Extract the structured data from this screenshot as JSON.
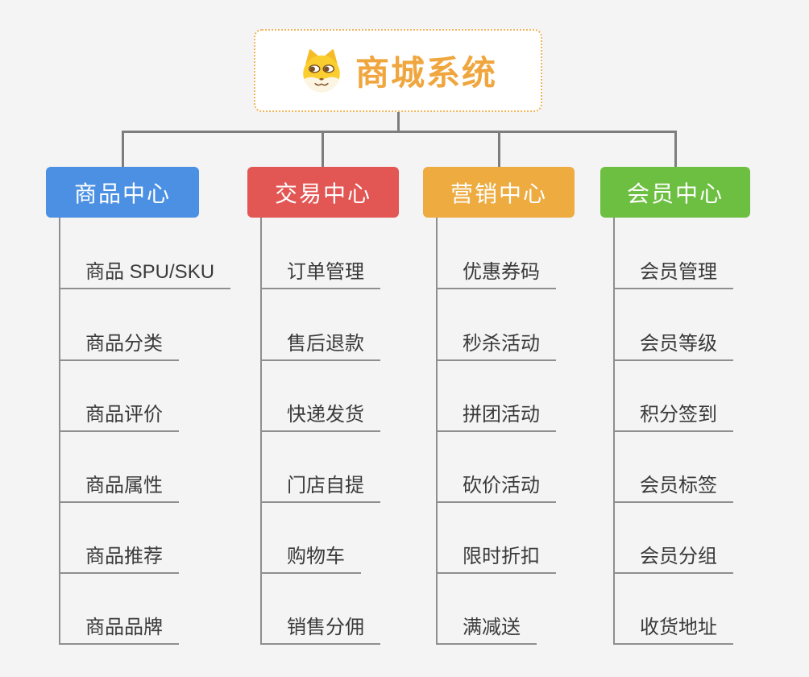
{
  "theme": {
    "bg": "#f4f4f5",
    "accent": "#F0A63E",
    "root-border": "#F2B258",
    "connector": "#7d7d7d",
    "line": "#8f8f8f",
    "text": "#3a3a3a"
  },
  "root": {
    "title": "商城系统",
    "icon": "dog-face-icon"
  },
  "branches": [
    {
      "label": "商品中心",
      "color": "#4B90E2",
      "items": [
        "商品 SPU/SKU",
        "商品分类",
        "商品评价",
        "商品属性",
        "商品推荐",
        "商品品牌"
      ]
    },
    {
      "label": "交易中心",
      "color": "#E25653",
      "items": [
        "订单管理",
        "售后退款",
        "快递发货",
        "门店自提",
        "购物车",
        "销售分佣"
      ]
    },
    {
      "label": "营销中心",
      "color": "#EDAB40",
      "items": [
        "优惠券码",
        "秒杀活动",
        "拼团活动",
        "砍价活动",
        "限时折扣",
        "满减送"
      ]
    },
    {
      "label": "会员中心",
      "color": "#6DBF42",
      "items": [
        "会员管理",
        "会员等级",
        "积分签到",
        "会员标签",
        "会员分组",
        "收货地址"
      ]
    }
  ]
}
